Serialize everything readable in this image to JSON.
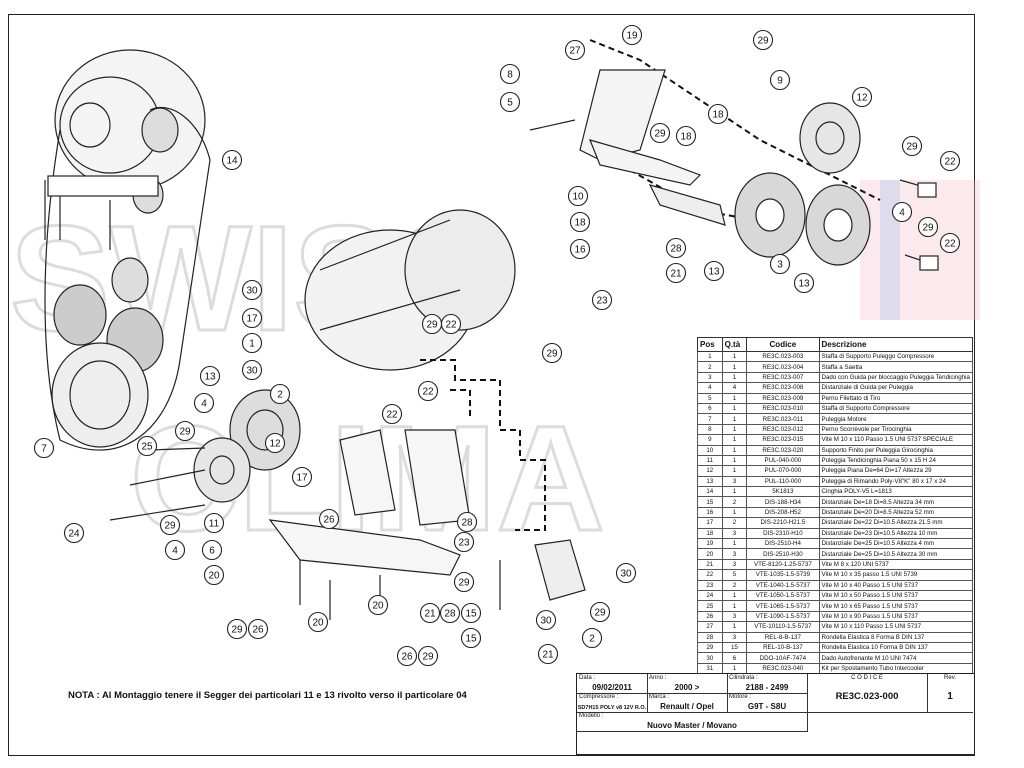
{
  "callouts": [
    {
      "n": "27"
    },
    {
      "n": "19"
    },
    {
      "n": "29"
    },
    {
      "n": "9"
    },
    {
      "n": "8"
    },
    {
      "n": "5"
    },
    {
      "n": "12"
    },
    {
      "n": "18"
    },
    {
      "n": "29"
    },
    {
      "n": "18"
    },
    {
      "n": "14"
    },
    {
      "n": "29"
    },
    {
      "n": "22"
    },
    {
      "n": "10"
    },
    {
      "n": "4"
    },
    {
      "n": "29"
    },
    {
      "n": "22"
    },
    {
      "n": "18"
    },
    {
      "n": "16"
    },
    {
      "n": "28"
    },
    {
      "n": "3"
    },
    {
      "n": "21"
    },
    {
      "n": "13"
    },
    {
      "n": "13"
    },
    {
      "n": "30"
    },
    {
      "n": "23"
    },
    {
      "n": "17"
    },
    {
      "n": "29"
    },
    {
      "n": "22"
    },
    {
      "n": "29"
    },
    {
      "n": "1"
    },
    {
      "n": "30"
    },
    {
      "n": "13"
    },
    {
      "n": "7"
    },
    {
      "n": "4"
    },
    {
      "n": "25"
    },
    {
      "n": "29"
    },
    {
      "n": "12"
    },
    {
      "n": "22"
    },
    {
      "n": "17"
    },
    {
      "n": "2"
    },
    {
      "n": "22"
    },
    {
      "n": "11"
    },
    {
      "n": "29"
    },
    {
      "n": "24"
    },
    {
      "n": "4"
    },
    {
      "n": "6"
    },
    {
      "n": "26"
    },
    {
      "n": "28"
    },
    {
      "n": "23"
    },
    {
      "n": "20"
    },
    {
      "n": "29"
    },
    {
      "n": "30"
    },
    {
      "n": "20"
    },
    {
      "n": "21"
    },
    {
      "n": "28"
    },
    {
      "n": "15"
    },
    {
      "n": "30"
    },
    {
      "n": "29"
    },
    {
      "n": "29"
    },
    {
      "n": "26"
    },
    {
      "n": "20"
    },
    {
      "n": "2"
    },
    {
      "n": "15"
    },
    {
      "n": "26"
    },
    {
      "n": "29"
    },
    {
      "n": "21"
    }
  ],
  "table": {
    "headers": [
      "Pos",
      "Q.tà",
      "Codice",
      "Descrizione"
    ],
    "rows": [
      [
        "1",
        "1",
        "RE3C.023-003",
        "Staffa di Supporto Puleggo Compressore"
      ],
      [
        "2",
        "1",
        "RE3C.023-004",
        "Staffa a Saetta"
      ],
      [
        "3",
        "1",
        "RE3C.023-007",
        "Dado con Guida per bloccaggio Puleggia Tendicinghia"
      ],
      [
        "4",
        "4",
        "RE3C.023-008",
        "Distanziale di Guida per Puleggia"
      ],
      [
        "5",
        "1",
        "RE3C.023-009",
        "Perno Filettato di Tiro"
      ],
      [
        "6",
        "1",
        "RE3C.023-010",
        "Staffa di Supporto Compressore"
      ],
      [
        "7",
        "1",
        "RE3C.023-011",
        "Puleggia Motore"
      ],
      [
        "8",
        "1",
        "RE3C.023-012",
        "Perno Scorrevole per Tirocinghia"
      ],
      [
        "9",
        "1",
        "RE3C.023-015",
        "Vite M 10 x 110 Passo 1.5 UNI 5737 SPECIALE"
      ],
      [
        "10",
        "1",
        "RE3C.023-020",
        "Supporto Finito per Puleggia Girocinghia"
      ],
      [
        "11",
        "1",
        "PUL-040-000",
        "Puleggia Tendicinghia Piana 50 x 15 H 24"
      ],
      [
        "12",
        "1",
        "PUL-070-000",
        "Puleggia Piana De=64 Di=17 Altezza 29"
      ],
      [
        "13",
        "3",
        "PUL-110-000",
        "Puleggia di Rimando Poly-V8\"K\"  80 x 17 x 24"
      ],
      [
        "14",
        "1",
        "5K1813",
        "Cinghia POLY-V5 L=1813"
      ],
      [
        "15",
        "2",
        "DIS-188-H34",
        "Distanziale De=18 Di=8.5 Altezza 34 mm"
      ],
      [
        "16",
        "1",
        "DIS-208-H52",
        "Distanziale De=20 Di=8.5 Altezza 52 mm"
      ],
      [
        "17",
        "2",
        "DIS-2210-H21.5",
        "Distanziale De=22 Di=10.5 Altezza 21.5 mm"
      ],
      [
        "18",
        "3",
        "DIS-2310-H10",
        "Distanziale De=23 Di=10.5 Altezza 10 mm"
      ],
      [
        "19",
        "1",
        "DIS-2510-H4",
        "Distanziale De=25 Di=10.5 Altezza 4 mm"
      ],
      [
        "20",
        "3",
        "DIS-2510-H30",
        "Distanziale De=25 Di=10.5 Altezza 30 mm"
      ],
      [
        "21",
        "3",
        "VTE-8120-1.25-5737",
        "Vite M 8 x 120 UNI 5737"
      ],
      [
        "22",
        "5",
        "VTE-1035-1.5-5739",
        "Vite M 10 x 35 passo 1.5 UNI 5739"
      ],
      [
        "23",
        "2",
        "VTE-1040-1.5-5737",
        "Vite M 10 x 40 Passo 1.5 UNI 5737"
      ],
      [
        "24",
        "1",
        "VTE-1050-1.5-5737",
        "Vite M 10 x 50 Passo 1.5 UNI 5737"
      ],
      [
        "25",
        "1",
        "VTE-1065-1.5-5737",
        "Vite M 10 x 65 Passo 1.5 UNI 5737"
      ],
      [
        "26",
        "3",
        "VTE-1090-1.5-5737",
        "Vite M 10 x 90 Passo 1.5 UNI 5737"
      ],
      [
        "27",
        "1",
        "VTE-10110-1.5-5737",
        "Vite M 10 x 110 Passo 1.5 UNI 5737"
      ],
      [
        "28",
        "3",
        "REL-8-B-137",
        "Rondella Elastica 8 Forma B DIN 137"
      ],
      [
        "29",
        "15",
        "REL-10-B-137",
        "Rondella Elastica 10 Forma B DIN 137"
      ],
      [
        "30",
        "6",
        "DDO-10AF-7474",
        "Dado Autofrenante M 10 UNI 7474"
      ],
      [
        "31",
        "1",
        "RE3C.023-040",
        "Kit per Spostamento Tubo Intercooler"
      ]
    ]
  },
  "note": "NOTA : Al Montaggio tenere il Segger dei particolari 11 e 13 rivolto verso il particolare 04",
  "titleblock": {
    "data_label": "Data :",
    "data": "09/02/2011",
    "anno_label": "Anno :",
    "anno": "2000 >",
    "cilindrata_label": "Cilindrata :",
    "cilindrata": "2188 - 2499",
    "codice_label": "C O D I C E",
    "codice": "RE3C.023-000",
    "rev_label": "Rev.",
    "rev": "1",
    "compressore_label": "Compressore :",
    "compressore": "SD7H15 POLY v8 12V R.O.",
    "marca_label": "Marca :",
    "marca": "Renault / Opel",
    "motore_label": "Motore :",
    "motore": "G9T - S8U",
    "modello_label": "Modello :",
    "modello": "Nuovo Master / Movano"
  },
  "watermark": [
    "SWISS",
    "CLIMA"
  ]
}
